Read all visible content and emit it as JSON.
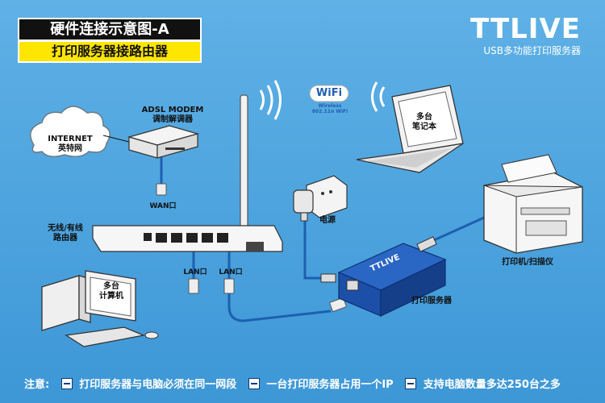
{
  "header": {
    "title": "硬件连接示意图-A",
    "subtitle": "打印服务器接路由器"
  },
  "brand": {
    "logo": "TTLIVE",
    "tagline": "USB多功能打印服务器"
  },
  "labels": {
    "internet_line1": "INTERNET",
    "internet_line2": "英特网",
    "modem_line1": "ADSL MODEM",
    "modem_line2": "调制解调器",
    "wan_port": "WAN口",
    "router_line1": "无线/有线",
    "router_line2": "路由器",
    "lan_port_a": "LAN口",
    "lan_port_b": "LAN口",
    "computer_line1": "多台",
    "computer_line2": "计算机",
    "laptop_line1": "多台",
    "laptop_line2": "笔记本",
    "wifi_logo": "WiFi",
    "wifi_line1": "Wireless",
    "wifi_line2": "802.11n WiFi",
    "power": "电源",
    "print_server": "打印服务器",
    "device_logo": "TTLIVE",
    "printer": "打印机/扫描仪"
  },
  "footer": {
    "prefix": "注意:",
    "note1": "打印服务器与电脑必须在同一网段",
    "note2": "一台打印服务器占用一个IP",
    "note3": "支持电脑数量多达250台之多"
  },
  "colors": {
    "background": "#4aa3de",
    "cable": "#1e5fb0",
    "title_bg": "#111111",
    "subtitle_bg": "#ffe600",
    "server_blue": "#1b4fa8"
  }
}
